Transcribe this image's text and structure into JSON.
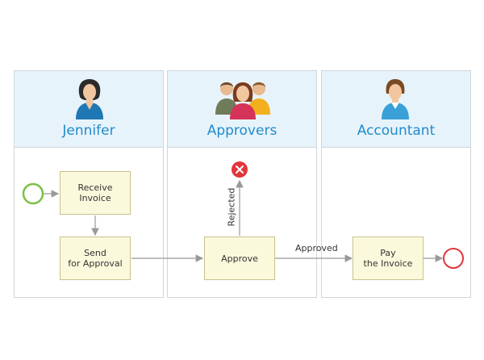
{
  "lanes": [
    {
      "name": "Jennifer",
      "avatar_icon": "woman-user-icon"
    },
    {
      "name": "Approvers",
      "avatar_icon": "user-group-icon"
    },
    {
      "name": "Accountant",
      "avatar_icon": "woman-user-icon"
    }
  ],
  "tasks": {
    "receive_invoice": "Receive\nInvoice",
    "send_for_approval": "Send\nfor Approval",
    "approve": "Approve",
    "pay_invoice": "Pay\nthe Invoice"
  },
  "connectors": {
    "rejected": "Rejected",
    "approved": "Approved"
  },
  "colors": {
    "lane_header": "#e7f3fa",
    "lane_title": "#1f8ccd",
    "task_fill": "#fbf9dc",
    "start_event": "#7bc043",
    "end_event": "#e0363c",
    "reject_event": "#e0363c"
  }
}
